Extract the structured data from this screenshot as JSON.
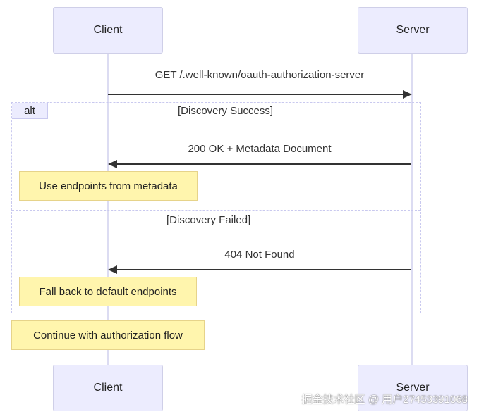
{
  "participants": {
    "client": "Client",
    "server": "Server"
  },
  "messages": {
    "request": "GET /.well-known/oauth-authorization-server",
    "success_response": "200 OK + Metadata Document",
    "failure_response": "404 Not Found"
  },
  "alt_block": {
    "tag": "alt",
    "success_condition": "[Discovery Success]",
    "failure_condition": "[Discovery Failed]"
  },
  "notes": {
    "use_metadata": "Use endpoints from metadata",
    "fallback": "Fall back to default endpoints",
    "continue": "Continue with authorization flow"
  },
  "watermark": "掘金技术社区 @ 用户2745339​1068",
  "colors": {
    "actor_fill": "#ececfe",
    "note_fill": "#fff5ad",
    "frame_border": "#c9c9ef",
    "line": "#333333"
  }
}
